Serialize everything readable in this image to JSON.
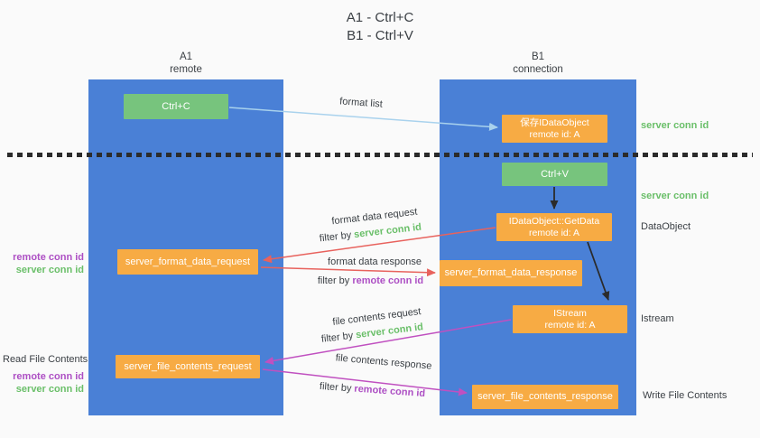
{
  "title": {
    "line1": "A1 - Ctrl+C",
    "line2": "B1 - Ctrl+V"
  },
  "columns": {
    "left": {
      "name": "A1",
      "role": "remote"
    },
    "right": {
      "name": "B1",
      "role": "connection"
    }
  },
  "boxes": {
    "ctrl_c": {
      "label": "Ctrl+C"
    },
    "ctrl_v": {
      "label": "Ctrl+V"
    },
    "save_idataobject": {
      "line1": "保存IDataObject",
      "line2": "remote id: A"
    },
    "getdata": {
      "line1": "IDataObject::GetData",
      "line2": "remote id: A"
    },
    "istream": {
      "line1": "IStream",
      "line2": "remote id: A"
    },
    "server_format_data_request": {
      "label": "server_format_data_request"
    },
    "server_format_data_response": {
      "label": "server_format_data_response"
    },
    "server_file_contents_request": {
      "label": "server_file_contents_request"
    },
    "server_file_contents_response": {
      "label": "server_file_contents_response"
    }
  },
  "flow_labels": {
    "format_list": "format list",
    "format_data_request": "format data request",
    "format_data_response": "format data response",
    "file_contents_request": "file contents request",
    "file_contents_response": "file contents response",
    "filter_by": "filter by",
    "server_conn_id": "server conn id",
    "remote_conn_id": "remote conn id"
  },
  "side_labels": {
    "server_conn_id": "server conn id",
    "remote_conn_id": "remote conn id",
    "dataobject": "DataObject",
    "istream": "Istream",
    "read_file_contents": "Read File Contents",
    "write_file_contents": "Write File Contents"
  },
  "colors": {
    "column_blue": "#4a80d6",
    "box_green": "#77c47d",
    "box_orange": "#f7ab44",
    "arrow_red": "#e8625d",
    "arrow_magenta": "#c050c0",
    "arrow_lightblue": "#a9d2ed",
    "arrow_black": "#2b2b2b",
    "text_green": "#6abf69",
    "text_purple": "#ad4fc4",
    "text_dark": "#3a3f44",
    "background": "#fafafa"
  }
}
